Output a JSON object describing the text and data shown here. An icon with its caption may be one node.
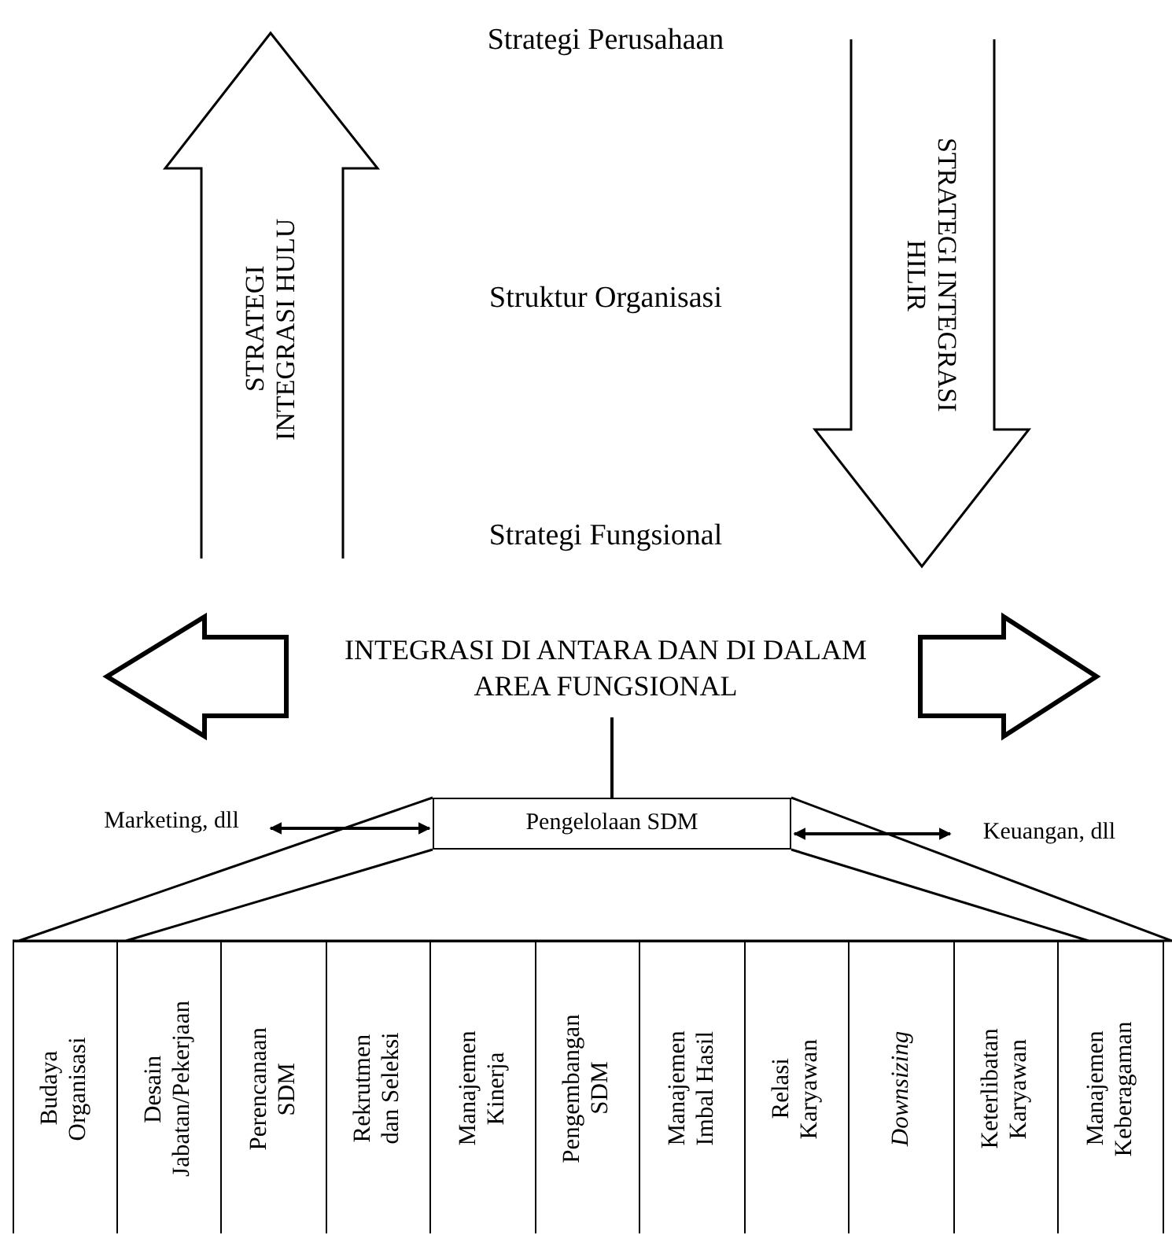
{
  "diagram": {
    "nodes": [
      {
        "text": [
          "STRATEGI INTEGRASI HULU"
        ]
      },
      {
        "text": [
          "STRATEGI INTEGRASI HILIR"
        ]
      },
      {
        "text": [
          "INTEGRASI DI ANTARA DAN DI DALAM AREA FUNGSIONAL"
        ]
      },
      {
        "text": [
          "Marketing, dll"
        ]
      },
      {
        "text": [
          "Pengelolaan SDM"
        ]
      },
      {
        "text": [
          "Keuangan, dll"
        ]
      },
      {
        "text": [
          "Budaya Organisasi"
        ]
      },
      {
        "text": [
          "Desain Jabatan/Pekerjaan"
        ]
      },
      {
        "text": [
          "Perencanaan SDM"
        ]
      },
      {
        "text": [
          "Rekrutmen dan Seleksi"
        ]
      },
      {
        "text": [
          "Manajemen Kinerja"
        ]
      },
      {
        "text": [
          "Pengembangan SDM"
        ]
      },
      {
        "text": [
          "Manajemen Imbal Hasil"
        ]
      },
      {
        "text": [
          "Relasi Karyawan"
        ]
      },
      {
        "text": [
          "Downsizing"
        ]
      },
      {
        "text": [
          "Keterlibatan Karyawan"
        ]
      },
      {
        "text": [
          "Manajemen Keberagaman"
        ]
      }
    ],
    "edges": [
      {
        "from": 2,
        "to": 4,
        "arrow": "none"
      },
      {
        "from": 3,
        "to": 4,
        "arrow": "both"
      },
      {
        "from": 4,
        "to": 5,
        "arrow": "both"
      }
    ],
    "labels": [
      "Strategi Perusahaan",
      "Struktur Organisasi",
      "Strategi Fungsional"
    ]
  }
}
